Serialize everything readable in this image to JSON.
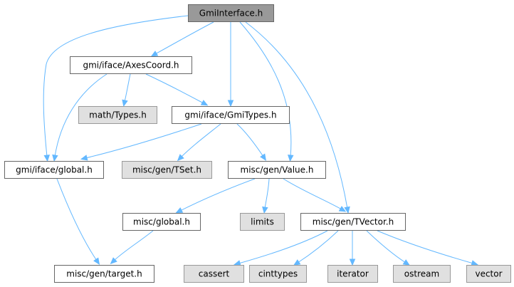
{
  "colors": {
    "edge": "#63b8ff",
    "root_fill": "#999999",
    "root_stroke": "#666666",
    "internal_fill": "#ffffff",
    "internal_stroke": "#666666",
    "external_fill": "#e0e0e0",
    "external_stroke": "#999999"
  },
  "nodes": [
    {
      "id": "gmiinterface",
      "label": "GmiInterface.h",
      "kind": "root"
    },
    {
      "id": "axescoord",
      "label": "gmi/iface/AxesCoord.h",
      "kind": "internal"
    },
    {
      "id": "mathtypes",
      "label": "math/Types.h",
      "kind": "external"
    },
    {
      "id": "gmitypes",
      "label": "gmi/iface/GmiTypes.h",
      "kind": "internal"
    },
    {
      "id": "ifaceglobal",
      "label": "gmi/iface/global.h",
      "kind": "internal"
    },
    {
      "id": "tset",
      "label": "misc/gen/TSet.h",
      "kind": "external"
    },
    {
      "id": "value",
      "label": "misc/gen/Value.h",
      "kind": "internal"
    },
    {
      "id": "miscglobal",
      "label": "misc/global.h",
      "kind": "internal"
    },
    {
      "id": "limits",
      "label": "limits",
      "kind": "external"
    },
    {
      "id": "tvector",
      "label": "misc/gen/TVector.h",
      "kind": "internal"
    },
    {
      "id": "target",
      "label": "misc/gen/target.h",
      "kind": "internal"
    },
    {
      "id": "cassert",
      "label": "cassert",
      "kind": "external"
    },
    {
      "id": "cinttypes",
      "label": "cinttypes",
      "kind": "external"
    },
    {
      "id": "iterator",
      "label": "iterator",
      "kind": "external"
    },
    {
      "id": "ostream",
      "label": "ostream",
      "kind": "external"
    },
    {
      "id": "vector",
      "label": "vector",
      "kind": "external"
    }
  ],
  "edges": [
    {
      "from": "gmiinterface",
      "to": "axescoord"
    },
    {
      "from": "gmiinterface",
      "to": "ifaceglobal"
    },
    {
      "from": "gmiinterface",
      "to": "gmitypes"
    },
    {
      "from": "gmiinterface",
      "to": "value"
    },
    {
      "from": "gmiinterface",
      "to": "tvector"
    },
    {
      "from": "axescoord",
      "to": "ifaceglobal"
    },
    {
      "from": "axescoord",
      "to": "mathtypes"
    },
    {
      "from": "axescoord",
      "to": "gmitypes"
    },
    {
      "from": "gmitypes",
      "to": "ifaceglobal"
    },
    {
      "from": "gmitypes",
      "to": "tset"
    },
    {
      "from": "gmitypes",
      "to": "value"
    },
    {
      "from": "ifaceglobal",
      "to": "target"
    },
    {
      "from": "value",
      "to": "miscglobal"
    },
    {
      "from": "value",
      "to": "limits"
    },
    {
      "from": "value",
      "to": "tvector"
    },
    {
      "from": "miscglobal",
      "to": "target"
    },
    {
      "from": "tvector",
      "to": "cassert"
    },
    {
      "from": "tvector",
      "to": "cinttypes"
    },
    {
      "from": "tvector",
      "to": "iterator"
    },
    {
      "from": "tvector",
      "to": "ostream"
    },
    {
      "from": "tvector",
      "to": "vector"
    }
  ]
}
